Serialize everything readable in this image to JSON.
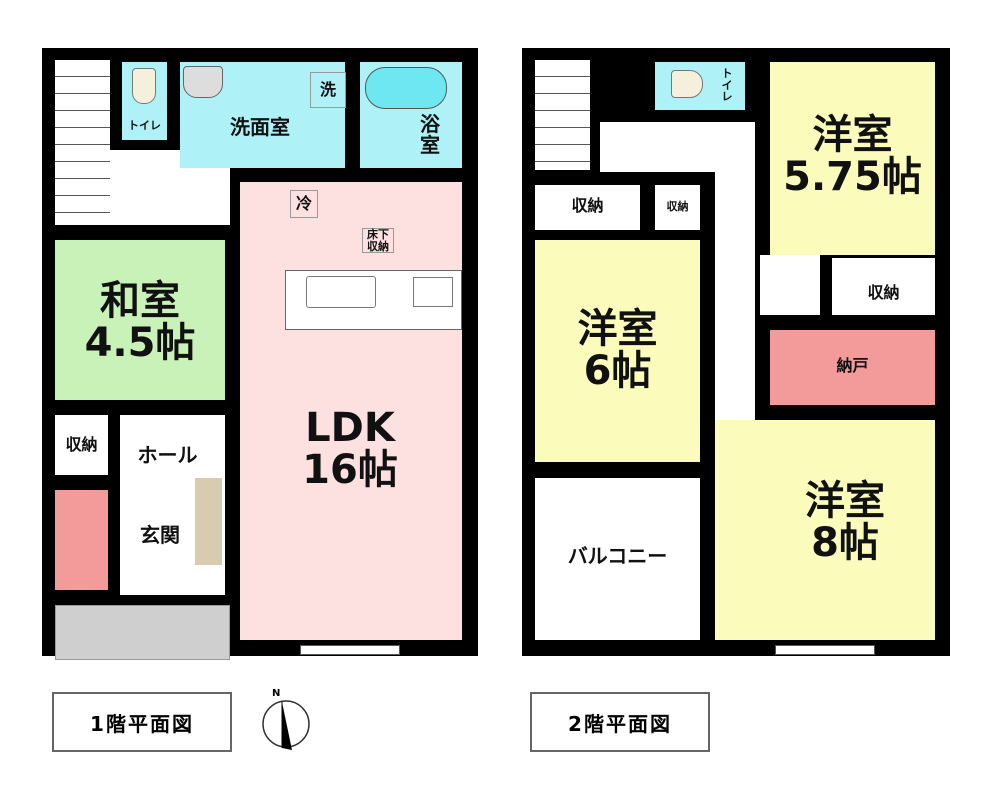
{
  "floor1": {
    "caption": "1階平面図",
    "rooms": {
      "toilet": "トイレ",
      "washroom": "洗面室",
      "washer": "洗",
      "bath": "浴室",
      "fridge": "冷",
      "underfloor": "床下\n収納",
      "washitsu": "和室\n4.5帖",
      "storage": "収納",
      "hall": "ホール",
      "entrance": "玄関",
      "ldk": "LDK\n16帖"
    }
  },
  "floor2": {
    "caption": "2階平面図",
    "rooms": {
      "toilet": "トイレ",
      "storage_a": "収納",
      "storage_b": "収納",
      "storage_c": "収納",
      "western_575": "洋室\n5.75帖",
      "western_6": "洋室\n6帖",
      "closet": "納戸",
      "western_8": "洋室\n8帖",
      "balcony": "バルコニー"
    }
  },
  "compass": {
    "label": "N"
  },
  "colors": {
    "wet": "#aef2f8",
    "washitsu": "#c9f2b9",
    "ldk": "#fde0e0",
    "western": "#fbfbbc",
    "closet": "#f39a9a",
    "porch": "#cfcfcf"
  }
}
